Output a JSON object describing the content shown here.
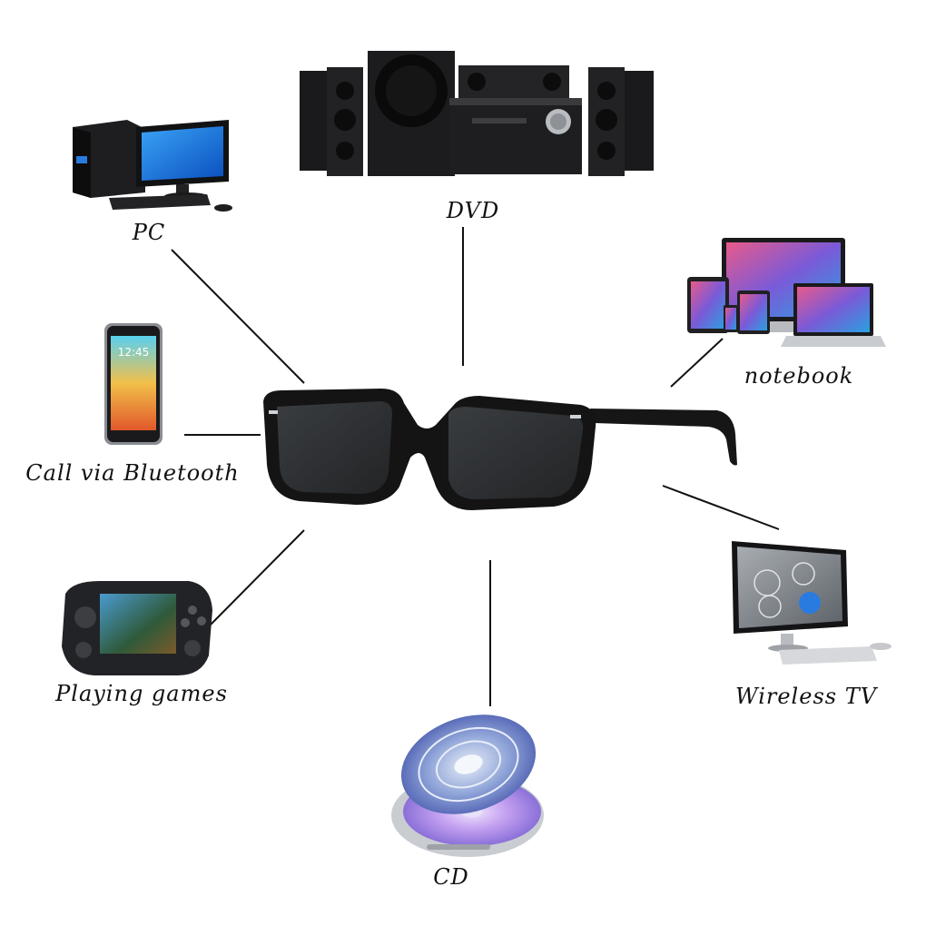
{
  "labels": {
    "pc": "PC",
    "dvd": "DVD",
    "notebook": "notebook",
    "call": "Call via Bluetooth",
    "games": "Playing games",
    "tv": "Wireless TV",
    "cd": "CD"
  },
  "colors": {
    "line": "#111111",
    "frame": "#141414",
    "lens": "#2b2d2f",
    "screen_blue": "#1e7fe0",
    "cd_disc": "#b7a2e8"
  },
  "icons": [
    "pc-icon",
    "dvd-speaker-icon",
    "notebook-devices-icon",
    "smartphone-icon",
    "sunglasses-icon",
    "game-console-icon",
    "monitor-icon",
    "cd-player-icon"
  ]
}
